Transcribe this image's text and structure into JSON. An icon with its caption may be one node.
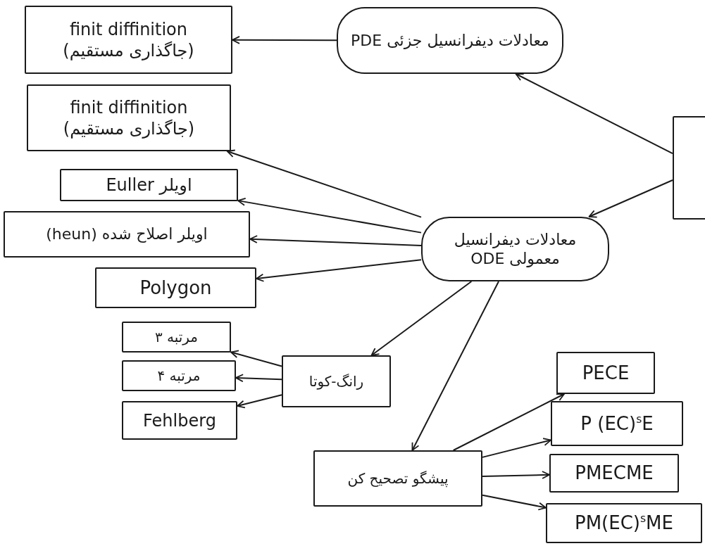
{
  "diagram": {
    "nodes": [
      {
        "text": [
          "finit diffinition",
          "(جاگذاری مستقیم)"
        ]
      },
      {
        "text": [
          "معادلات دیفرانسیل جزئی PDE"
        ]
      },
      {
        "text": [
          "finit diffinition",
          "(جاگذاری مستقیم)"
        ]
      },
      {
        "text": [],
        "shape": "box"
      },
      {
        "text": [
          "Euller اویلر"
        ]
      },
      {
        "text": [
          "اویلر اصلاح شده (heun)"
        ]
      },
      {
        "text": [
          "معادلات دیفرانسیل معمولی ODE"
        ]
      },
      {
        "text": [
          "Polygon"
        ]
      },
      {
        "text": [
          "مرتبه ۳"
        ]
      },
      {
        "text": [
          "رانگ-کوتا"
        ]
      },
      {
        "text": [
          "مرتبه ۴"
        ]
      },
      {
        "text": [
          "Fehlberg"
        ]
      },
      {
        "text": [
          "PECE"
        ]
      },
      {
        "text": [
          "P (EC)$^{s}$E"
        ]
      },
      {
        "text": [
          "PMECME"
        ]
      },
      {
        "text": [
          "پیشگو تصحیح کن"
        ]
      },
      {
        "text": [
          "PM(EC)$^{s}$ME"
        ]
      }
    ],
    "edges": [
      {
        "from": 1,
        "to": 0,
        "arrow": "to"
      },
      {
        "from": 3,
        "to": 1,
        "arrow": "to"
      },
      {
        "from": 3,
        "to": 6,
        "arrow": "to"
      },
      {
        "from": 6,
        "to": 2,
        "arrow": "to"
      },
      {
        "from": 6,
        "to": 4,
        "arrow": "to"
      },
      {
        "from": 6,
        "to": 5,
        "arrow": "to"
      },
      {
        "from": 6,
        "to": 7,
        "arrow": "to"
      },
      {
        "from": 6,
        "to": 9,
        "arrow": "to"
      },
      {
        "from": 6,
        "to": 15,
        "arrow": "to"
      },
      {
        "from": 9,
        "to": 8,
        "arrow": "to"
      },
      {
        "from": 9,
        "to": 10,
        "arrow": "to"
      },
      {
        "from": 9,
        "to": 11,
        "arrow": "to"
      },
      {
        "from": 15,
        "to": 12,
        "arrow": "to"
      },
      {
        "from": 15,
        "to": 13,
        "arrow": "to"
      },
      {
        "from": 15,
        "to": 14,
        "arrow": "to"
      },
      {
        "from": 15,
        "to": 16,
        "arrow": "to"
      }
    ]
  }
}
